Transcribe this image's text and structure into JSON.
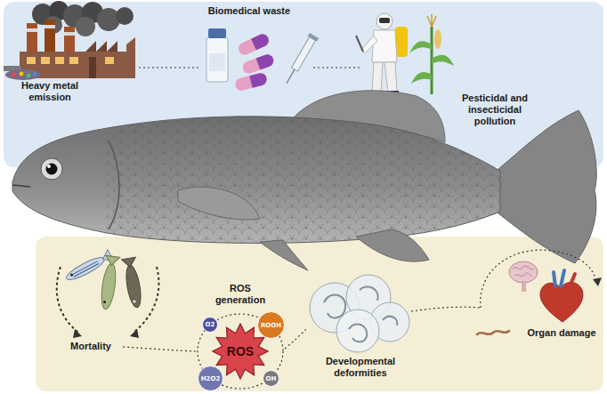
{
  "diagram": {
    "nodes": [
      {
        "text": [
          "ROS generation",
          "ROS"
        ]
      },
      {
        "text": [
          "O2"
        ]
      },
      {
        "text": [
          "ROOH"
        ]
      },
      {
        "text": [
          "H2O2"
        ]
      },
      {
        "text": [
          "OH"
        ]
      }
    ],
    "labels": [
      "Heavy metal emission",
      "Biomedical waste",
      "Pesticidal and insecticidal pollution",
      "Mortality",
      "Developmental deformities",
      "Organ damage"
    ]
  }
}
